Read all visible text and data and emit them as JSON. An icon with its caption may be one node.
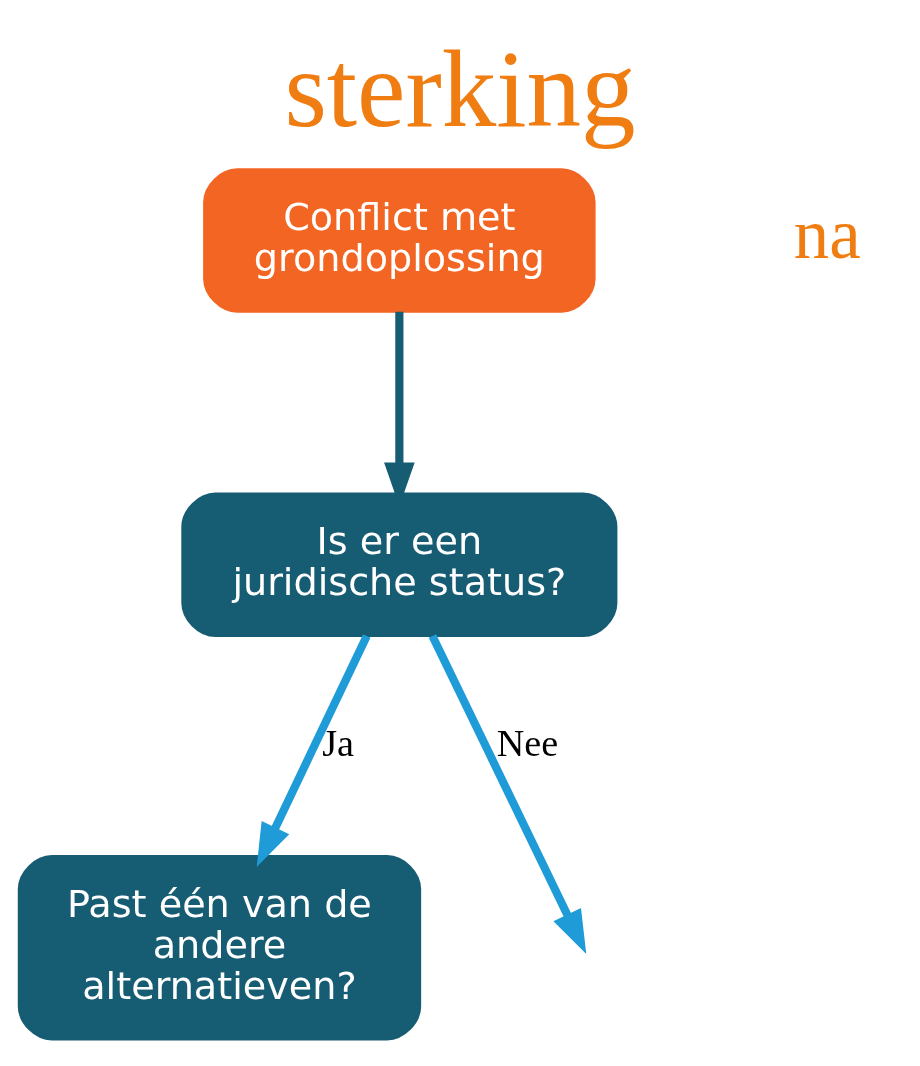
{
  "diagram": {
    "title": "sterking",
    "nodes": [
      {
        "text": [
          "Conflict met grondoplossing"
        ]
      },
      {
        "text": [
          "Is er een juridische status?"
        ]
      },
      {
        "text": [
          "Past één van de andere alternatieven?"
        ]
      }
    ],
    "edges": [
      {
        "from": 0,
        "to": 1,
        "arrow": "to",
        "color": "#165c73"
      },
      {
        "from": 1,
        "to": 2,
        "arrow": "to",
        "label": "Ja"
      },
      {
        "from": 1,
        "to": null,
        "arrow": "to",
        "label": "Nee"
      }
    ],
    "labels": [
      "na"
    ]
  }
}
